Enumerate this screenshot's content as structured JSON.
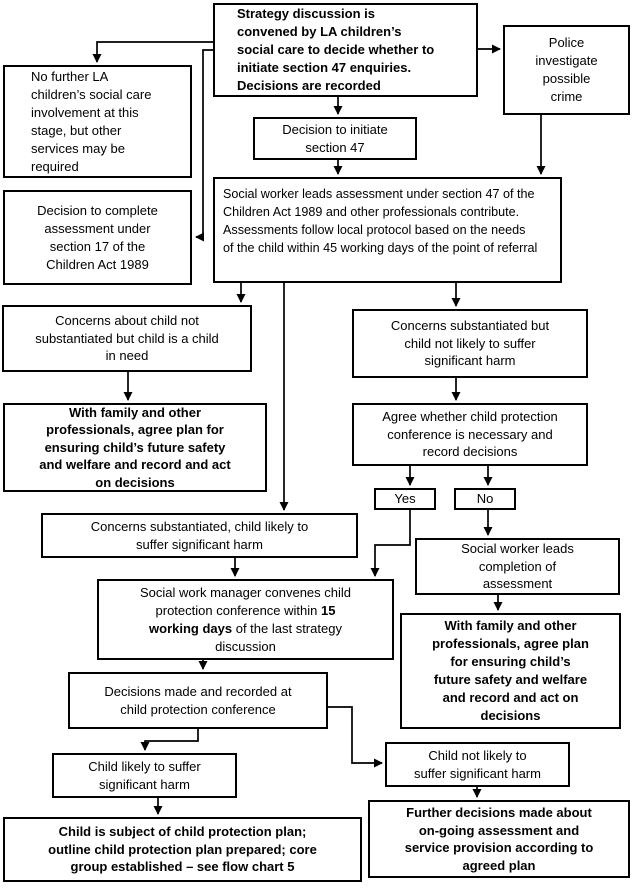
{
  "flowchart": {
    "boxes": {
      "strategy": {
        "text": "Strategy discussion is\nconvened by LA children’s\nsocial care to decide whether to\ninitiate section 47 enquiries.\nDecisions are recorded"
      },
      "police": {
        "text": "Police\ninvestigate\npossible\ncrime"
      },
      "no_further": {
        "text": "No further LA\nchildren’s social care\ninvolvement at this\nstage, but other\nservices may be\nrequired"
      },
      "decision_initiate": {
        "text": "Decision to initiate\nsection 47"
      },
      "decision_s17": {
        "text": "Decision to complete\nassessment under\nsection 17 of the\nChildren Act 1989"
      },
      "social_worker_leads": {
        "text": "Social worker leads assessment under section 47 of the\nChildren Act 1989 and other professionals contribute.\nAssessments follow local protocol based on the needs\nof the child within 45 working days of the point of referral"
      },
      "concerns_not_substantiated": {
        "text": "Concerns about child not\nsubstantiated but child is a child\nin need"
      },
      "with_family_left": {
        "text": "With family and other\nprofessionals, agree plan for\nensuring child’s future safety\nand welfare and record and act\non decisions"
      },
      "concerns_sub_not_likely": {
        "text": "Concerns substantiated but\nchild not likely to suffer\nsignificant harm"
      },
      "agree_whether": {
        "text": "Agree whether child protection\nconference is necessary and\nrecord decisions"
      },
      "yes": {
        "text": "Yes"
      },
      "no": {
        "text": "No"
      },
      "concerns_sub_likely": {
        "text": "Concerns substantiated, child likely to\nsuffer significant harm"
      },
      "swm_convenes": {
        "pre": "Social work manager convenes child\nprotection conference within ",
        "bold": "15\nworking days",
        "post": " of the last strategy\ndiscussion"
      },
      "sw_completion": {
        "text": "Social worker leads\ncompletion of\nassessment"
      },
      "with_family_right": {
        "text": "With family and other\nprofessionals, agree plan\nfor ensuring child’s\nfuture safety and welfare\nand record and act on\ndecisions"
      },
      "decisions_made": {
        "text": "Decisions made and recorded at\nchild protection conference"
      },
      "child_likely": {
        "text": "Child likely to suffer\nsignificant harm"
      },
      "child_not_likely": {
        "text": "Child not likely to\nsuffer significant harm"
      },
      "child_subject": {
        "text": "Child is subject of child protection plan;\noutline child protection plan prepared; core\ngroup established – see flow chart 5"
      },
      "further_decisions": {
        "text": "Further decisions made about\non-going assessment and\nservice provision according to\nagreed plan"
      }
    },
    "colors": {
      "line": "#000000",
      "border": "#000000",
      "background": "#ffffff",
      "text": "#000000"
    }
  }
}
